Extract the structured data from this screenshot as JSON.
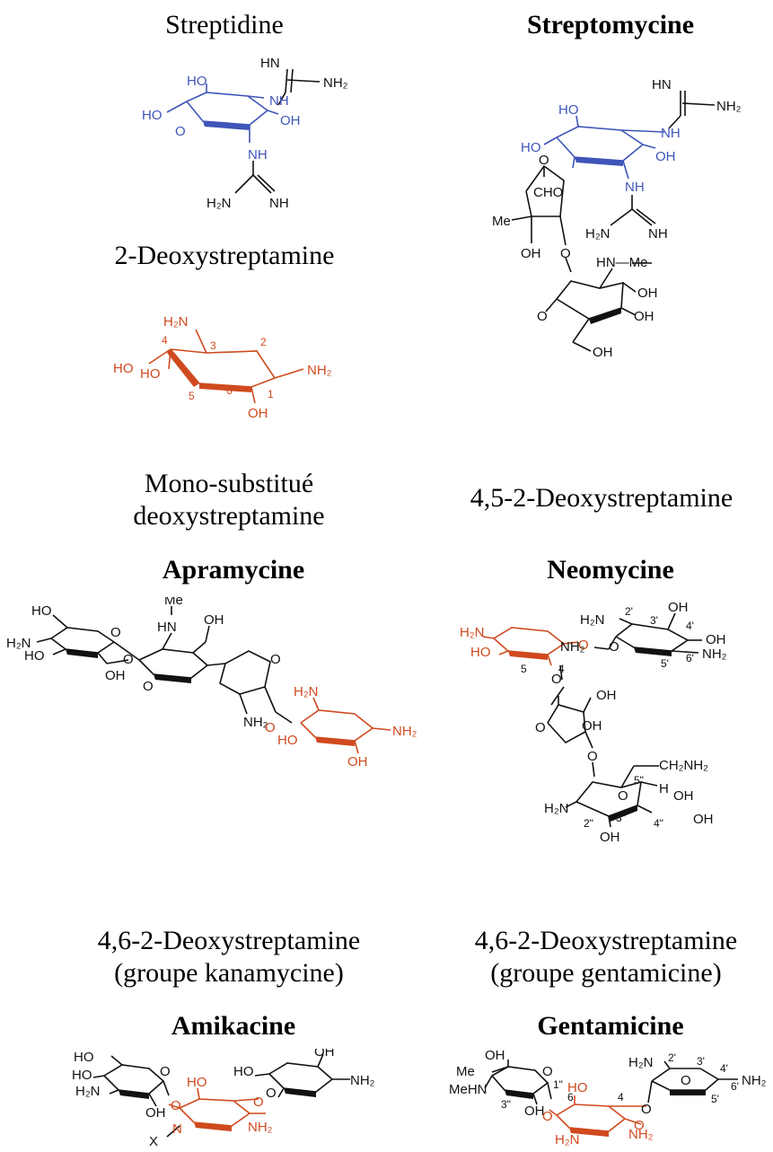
{
  "captions": {
    "streptidine": "Streptidine",
    "streptomycine": "Streptomycine",
    "deoxystreptamine": "2-Deoxystreptamine",
    "mono_line1": "Mono-substitué",
    "mono_line2": "deoxystreptamine",
    "disub45": "4,5-2-Deoxystreptamine",
    "apramycine": "Apramycine",
    "neomycine": "Neomycine",
    "kana_line1": "4,6-2-Deoxystreptamine",
    "kana_line2": "(groupe kanamycine)",
    "genta_line1": "4,6-2-Deoxystreptamine",
    "genta_line2": "(groupe gentamicine)",
    "amikacine": "Amikacine",
    "gentamicine": "Gentamicine"
  },
  "atom_labels": {
    "HN": "HN",
    "NH2": "NH₂",
    "H2N": "H₂N",
    "HO": "HO",
    "OH": "OH",
    "NH": "NH",
    "O": "O",
    "Me": "Me",
    "MeHN": "MeHN",
    "CHO": "CHO",
    "N": "N",
    "X": "X",
    "H": "H",
    "CH2NH2": "CH₂NH₂",
    "HN_Me": "HN—Me"
  },
  "ring_numbers": {
    "deoxy": [
      "1",
      "2",
      "3",
      "4",
      "5",
      "6"
    ],
    "neo": [
      "2'",
      "3'",
      "4'",
      "5'",
      "6'",
      "5",
      "4",
      "5\"",
      "3\"",
      "2\"",
      "4\""
    ],
    "genta": [
      "2'",
      "3'",
      "4'",
      "5'",
      "6'",
      "1\"",
      "3\"",
      "6",
      "4"
    ]
  },
  "colors": {
    "streptidine": "#3f55b8",
    "deoxystreptamine": "#cf4a1e",
    "other": "#111111"
  }
}
